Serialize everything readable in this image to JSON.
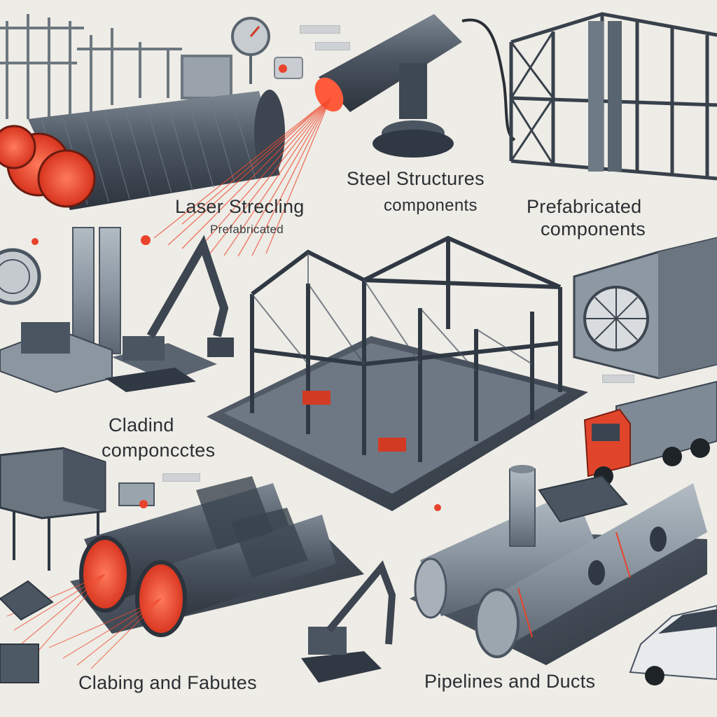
{
  "labels": {
    "laser_title": "Laser Strecling",
    "laser_sub": "Prefabricated",
    "steel_title": "Steel Structures",
    "steel_sub": "components",
    "prefab_title": "Prefabricated",
    "prefab_sub": "components",
    "cladding_title": "Cladind",
    "cladding_sub": "componcctes",
    "cladding_bottom": "Clabing and Fabutes",
    "pipelines": "Pipelines and Ducts"
  },
  "colors": {
    "background": "#eeece6",
    "steel": "#4a5561",
    "steel_dark": "#2f3843",
    "laser": "#e8432c",
    "truck": "#e0452c"
  }
}
